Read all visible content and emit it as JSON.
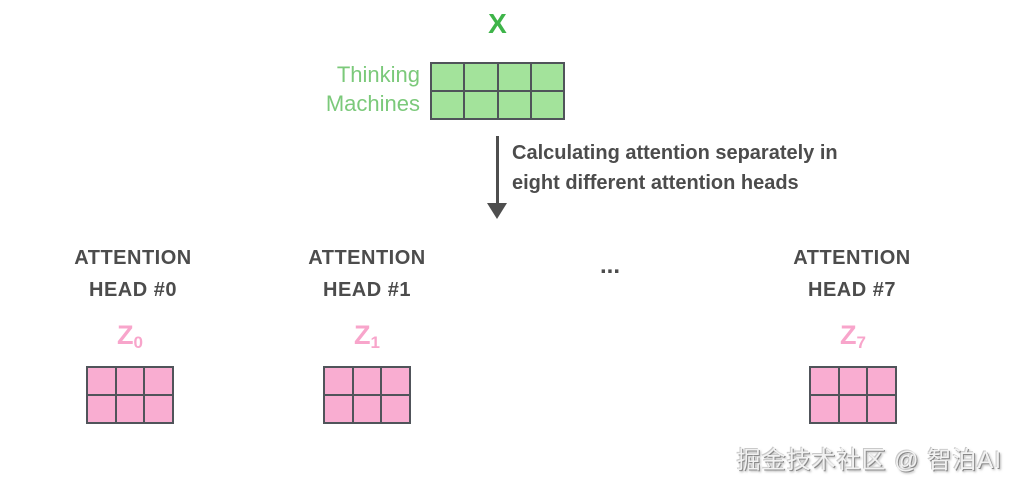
{
  "diagram": {
    "input": {
      "label": "X",
      "side_label_line1": "Thinking",
      "side_label_line2": "Machines",
      "grid": {
        "rows": 2,
        "cols": 4
      }
    },
    "arrow_caption_line1": "Calculating attention separately in",
    "arrow_caption_line2": "eight different attention heads",
    "ellipsis": "...",
    "heads": [
      {
        "title_line1": "ATTENTION",
        "title_line2": "HEAD #0",
        "z_base": "Z",
        "z_sub": "0",
        "grid": {
          "rows": 2,
          "cols": 3
        }
      },
      {
        "title_line1": "ATTENTION",
        "title_line2": "HEAD #1",
        "z_base": "Z",
        "z_sub": "1",
        "grid": {
          "rows": 2,
          "cols": 3
        }
      },
      {
        "title_line1": "ATTENTION",
        "title_line2": "HEAD #7",
        "z_base": "Z",
        "z_sub": "7",
        "grid": {
          "rows": 2,
          "cols": 3
        }
      }
    ],
    "watermark": "掘金技术社区 @ 智泊AI"
  },
  "colors": {
    "green_text": "#3eb449",
    "green_light_text": "#7bc97a",
    "green_cell": "#a3e39b",
    "pink_text": "#f8a5cb",
    "pink_cell": "#f9add1",
    "border_dark": "#50545a",
    "gray_text": "#4c4c4c",
    "gray_arrow": "#4e4e4e"
  }
}
